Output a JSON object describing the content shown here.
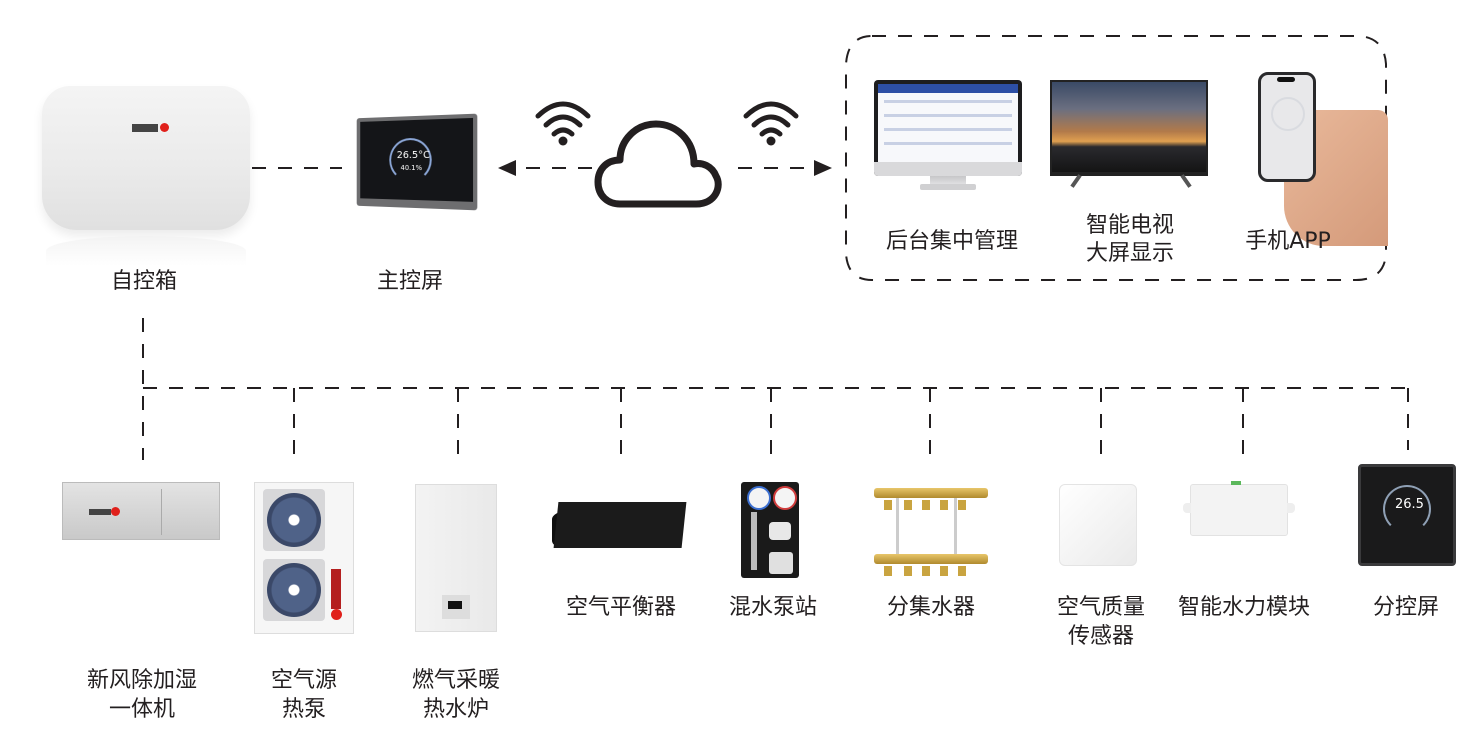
{
  "diagram": {
    "type": "smart home HVAC control system topology",
    "top_row": {
      "control_box": {
        "label": "自控箱",
        "icon": "control-box-device"
      },
      "main_screen": {
        "label": "主控屏",
        "icon": "touchscreen-panel",
        "display_temp": "26.5°C",
        "display_humidity": "40.1%"
      },
      "cloud": {
        "icon": "cloud-icon"
      },
      "wifi_left": {
        "icon": "wifi-icon"
      },
      "wifi_right": {
        "icon": "wifi-icon"
      },
      "remote_access": [
        {
          "label": "后台集中管理",
          "icon": "desktop-monitor"
        },
        {
          "label_line1": "智能电视",
          "label_line2": "大屏显示",
          "icon": "smart-tv"
        },
        {
          "label": "手机APP",
          "icon": "smartphone-in-hand"
        }
      ]
    },
    "bus_devices": [
      {
        "label_line1": "新风除加湿",
        "label_line2": "一体机",
        "icon": "fresh-air-unit"
      },
      {
        "label_line1": "空气源",
        "label_line2": "热泵",
        "icon": "air-source-heat-pump"
      },
      {
        "label_line1": "燃气采暖",
        "label_line2": "热水炉",
        "icon": "gas-boiler"
      },
      {
        "label_line1": "空气平衡器",
        "label_line2": "",
        "icon": "air-balancer"
      },
      {
        "label_line1": "混水泵站",
        "label_line2": "",
        "icon": "mixing-pump-station"
      },
      {
        "label_line1": "分集水器",
        "label_line2": "",
        "icon": "water-manifold"
      },
      {
        "label_line1": "空气质量",
        "label_line2": "传感器",
        "icon": "air-quality-sensor"
      },
      {
        "label_line1": "智能水力模块",
        "label_line2": "",
        "icon": "hydraulic-module"
      },
      {
        "label_line1": "分控屏",
        "label_line2": "",
        "icon": "sub-control-screen",
        "display_temp": "26.5"
      }
    ],
    "colors": {
      "line": "#231f20",
      "brand_red": "#e0201b",
      "text": "#231f20",
      "background": "#ffffff"
    }
  }
}
